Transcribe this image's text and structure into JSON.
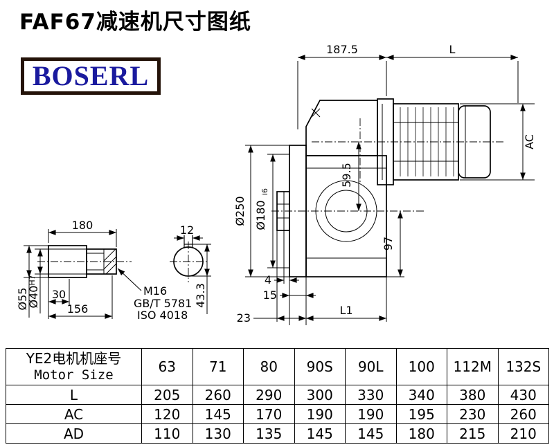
{
  "page": {
    "title": "FAF67减速机尺寸图纸",
    "logo_text": "BOSERL"
  },
  "drawing": {
    "dim_187_5": "187.5",
    "dim_L": "L",
    "dim_AC": "AC",
    "dim_d250": "Ø250",
    "dim_d180": "Ø180",
    "dim_d180_tol": "i6",
    "dim_59_5": "59.5",
    "dim_97": "97",
    "dim_4": "4",
    "dim_15": "15",
    "dim_23": "23",
    "dim_L1": "L1",
    "dim_180": "180",
    "dim_12": "12",
    "dim_d55": "Ø55",
    "dim_d40": "Ø40",
    "dim_d40_tol": "H7",
    "dim_30": "30",
    "dim_156": "156",
    "dim_43_3": "43.3",
    "thread_label": "M16",
    "std_gb": "GB/T 5781",
    "std_iso": "ISO 4018"
  },
  "table": {
    "header_cn": "YE2电机机座号",
    "header_en": "Motor Size",
    "sizes": [
      "63",
      "71",
      "80",
      "90S",
      "90L",
      "100",
      "112M",
      "132S"
    ],
    "rows": [
      {
        "label": "L",
        "values": [
          "205",
          "260",
          "290",
          "300",
          "330",
          "340",
          "380",
          "430"
        ]
      },
      {
        "label": "AC",
        "values": [
          "120",
          "145",
          "170",
          "190",
          "190",
          "195",
          "230",
          "260"
        ]
      },
      {
        "label": "AD",
        "values": [
          "110",
          "130",
          "135",
          "145",
          "145",
          "180",
          "215",
          "210"
        ]
      }
    ]
  }
}
